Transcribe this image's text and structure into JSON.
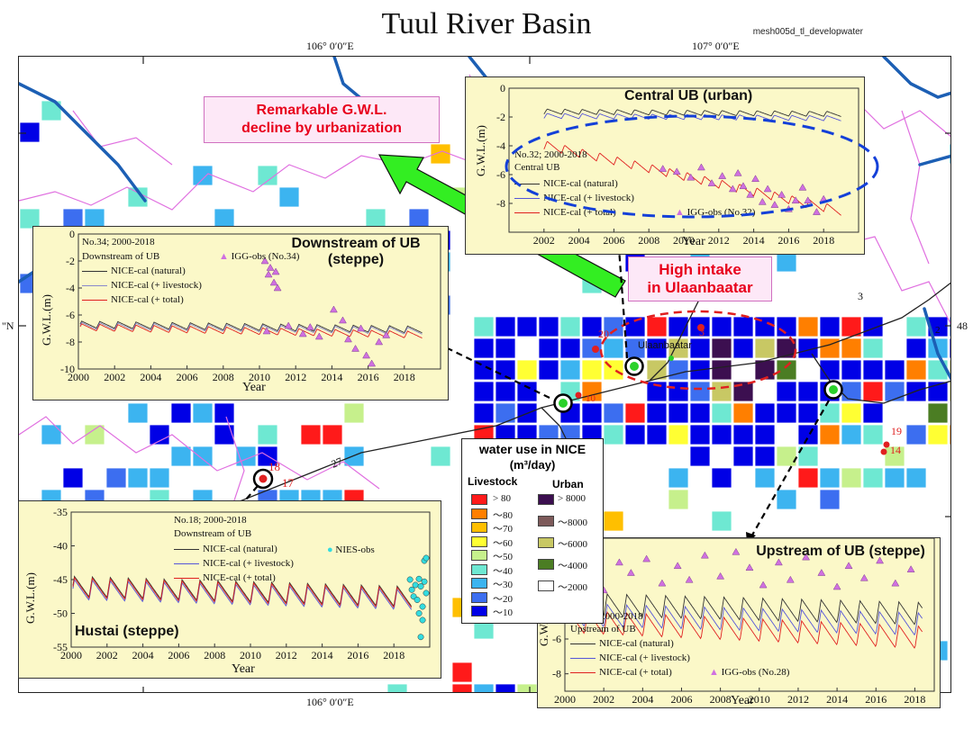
{
  "title": "Tuul River Basin",
  "credit": "mesh005d_tl_developwater",
  "coords": {
    "lon_106": "106° 0′0″E",
    "lon_107": "107° 0′0″E",
    "lon_106_bottom": "106° 0′0″E",
    "lat_48_right": "48",
    "lat_left": "\"N"
  },
  "callouts": {
    "remarkable_line1": "Remarkable G.W.L.",
    "remarkable_line2": "decline by urbanization",
    "intake_line1": "High intake",
    "intake_line2": "in Ulaanbaatar"
  },
  "map_labels": {
    "site_18": "18",
    "site_17": "17",
    "site_19": "19",
    "site_14": "14",
    "site_3": "3",
    "site_20": "20",
    "river_27": "27",
    "river_3": "3",
    "river_2": "2",
    "city": "Ulaanbaatar",
    "site_10": "10"
  },
  "legend": {
    "title": "water use in NICE",
    "unit": "(m³/day)",
    "livestock_header": "Livestock",
    "urban_header": "Urban",
    "livestock": [
      {
        "label": "> 80",
        "color": "#ff1a1a"
      },
      {
        "label": "～80",
        "color": "#ff7f00"
      },
      {
        "label": "～70",
        "color": "#ffbf00"
      },
      {
        "label": "～60",
        "color": "#ffff33"
      },
      {
        "label": "～50",
        "color": "#c6f08c"
      },
      {
        "label": "～40",
        "color": "#6ee8d2"
      },
      {
        "label": "～30",
        "color": "#3cb4f0"
      },
      {
        "label": "～20",
        "color": "#3c6ef0"
      },
      {
        "label": "～10",
        "color": "#0000e6"
      }
    ],
    "urban": [
      {
        "label": "> 8000",
        "color": "#3c0f50"
      },
      {
        "label": "～8000",
        "color": "#7d5a5a"
      },
      {
        "label": "～6000",
        "color": "#c8c864"
      },
      {
        "label": "～4000",
        "color": "#4b7d23"
      },
      {
        "label": "～2000",
        "color": "#ffffff"
      }
    ]
  },
  "chart_data": [
    {
      "type": "line",
      "panel_title": "Central UB (urban)",
      "header": "No.32; 2000-2018",
      "subheader": "Central UB",
      "xlabel": "Year",
      "ylabel": "G.W.L.(m)",
      "xlim": [
        2000,
        2020
      ],
      "ylim": [
        -10,
        0
      ],
      "xticks": [
        "2002",
        "2004",
        "2006",
        "2008",
        "2010",
        "2012",
        "2014",
        "2016",
        "2018"
      ],
      "yticks": [
        "0",
        "-2",
        "-4",
        "-6",
        "-8"
      ],
      "series": [
        {
          "name": "NICE-cal (natural)",
          "color": "#333333",
          "base": -1.6,
          "trend": -0.01,
          "amp": 0.35
        },
        {
          "name": "NICE-cal (+ livestock)",
          "color": "#5555d8",
          "base": -1.9,
          "trend": -0.01,
          "amp": 0.35
        },
        {
          "name": "NICE-cal (+ total)",
          "color": "#e02020",
          "base": -3.4,
          "trend": -0.27,
          "amp": 0.6
        }
      ],
      "obs": {
        "name": "IGG-obs (No.32)",
        "color": "#d070e0",
        "points": [
          [
            2008.8,
            -5.6
          ],
          [
            2009.6,
            -5.8
          ],
          [
            2010.4,
            -6.2
          ],
          [
            2011.0,
            -5.5
          ],
          [
            2011.6,
            -6.6
          ],
          [
            2012.2,
            -6.1
          ],
          [
            2012.8,
            -7.0
          ],
          [
            2013.1,
            -5.9
          ],
          [
            2013.4,
            -6.8
          ],
          [
            2013.8,
            -7.4
          ],
          [
            2014.1,
            -6.3
          ],
          [
            2014.5,
            -7.9
          ],
          [
            2014.8,
            -7.0
          ],
          [
            2015.2,
            -8.1
          ],
          [
            2015.6,
            -7.4
          ],
          [
            2016.0,
            -8.4
          ],
          [
            2016.4,
            -7.8
          ],
          [
            2016.8,
            -6.9
          ],
          [
            2017.1,
            -7.8
          ],
          [
            2017.6,
            -8.6
          ],
          [
            2018.0,
            -7.7
          ]
        ]
      }
    },
    {
      "type": "line",
      "panel_title": "Downstream of UB (steppe)",
      "header": "No.34; 2000-2018",
      "subheader": "Downstream of UB",
      "xlabel": "Year",
      "ylabel": "G.W.L.(m)",
      "xlim": [
        2000,
        2020
      ],
      "ylim": [
        -10,
        0
      ],
      "xticks": [
        "2000",
        "2002",
        "2004",
        "2006",
        "2008",
        "2010",
        "2012",
        "2014",
        "2016",
        "2018"
      ],
      "yticks": [
        "0",
        "-2",
        "-4",
        "-6",
        "-8",
        "-10"
      ],
      "series": [
        {
          "name": "NICE-cal (natural)",
          "color": "#333333",
          "base": -6.7,
          "trend": -0.02,
          "amp": 0.5
        },
        {
          "name": "NICE-cal (+ livestock)",
          "color": "#8888cc",
          "base": -6.8,
          "trend": -0.02,
          "amp": 0.5
        },
        {
          "name": "NICE-cal (+ total)",
          "color": "#e02020",
          "base": -6.9,
          "trend": -0.03,
          "amp": 0.5
        }
      ],
      "obs": {
        "name": "IGG-obs (No.34)",
        "color": "#d070e0",
        "points": [
          [
            2010.3,
            -2.0
          ],
          [
            2010.5,
            -3.0
          ],
          [
            2010.6,
            -2.5
          ],
          [
            2010.8,
            -3.6
          ],
          [
            2010.9,
            -2.8
          ],
          [
            2011.0,
            -4.0
          ],
          [
            2010.4,
            -7.2
          ],
          [
            2011.6,
            -6.8
          ],
          [
            2012.4,
            -7.4
          ],
          [
            2012.8,
            -6.9
          ],
          [
            2013.3,
            -7.6
          ],
          [
            2014.1,
            -5.6
          ],
          [
            2014.6,
            -6.4
          ],
          [
            2014.9,
            -7.8
          ],
          [
            2015.3,
            -8.5
          ],
          [
            2015.6,
            -7.0
          ],
          [
            2015.9,
            -9.0
          ],
          [
            2016.2,
            -9.6
          ],
          [
            2016.6,
            -8.0
          ],
          [
            2017.0,
            -7.5
          ]
        ]
      }
    },
    {
      "type": "line",
      "panel_title": "Hustai (steppe)",
      "header": "No.18; 2000-2018",
      "subheader": "Downstream of UB",
      "xlabel": "Year",
      "ylabel": "G.W.L.(m)",
      "xlim": [
        2000,
        2020
      ],
      "ylim": [
        -55,
        -35
      ],
      "xticks": [
        "2000",
        "2002",
        "2004",
        "2006",
        "2008",
        "2010",
        "2012",
        "2014",
        "2016",
        "2018"
      ],
      "yticks": [
        "-35",
        "-40",
        "-45",
        "-50",
        "-55"
      ],
      "series": [
        {
          "name": "NICE-cal (natural)",
          "color": "#333333",
          "base": -46.0,
          "trend": -0.08,
          "amp": 3.0
        },
        {
          "name": "NICE-cal (+ livestock)",
          "color": "#5555d8",
          "base": -46.5,
          "trend": -0.08,
          "amp": 3.0
        },
        {
          "name": "NICE-cal (+ total)",
          "color": "#e02020",
          "base": -46.2,
          "trend": -0.08,
          "amp": 3.0
        }
      ],
      "obs": {
        "name": "NIES-obs",
        "color": "#33dde0",
        "points": [
          [
            2018.9,
            -45.0
          ],
          [
            2019.0,
            -46.5
          ],
          [
            2019.1,
            -47.5
          ],
          [
            2019.2,
            -45.8
          ],
          [
            2019.3,
            -48.0
          ],
          [
            2019.4,
            -44.9
          ],
          [
            2019.5,
            -46.0
          ],
          [
            2019.6,
            -49.0
          ],
          [
            2019.7,
            -42.2
          ],
          [
            2019.8,
            -41.8
          ],
          [
            2019.7,
            -45.3
          ],
          [
            2019.6,
            -51.0
          ],
          [
            2019.5,
            -53.5
          ],
          [
            2019.8,
            -47.0
          ],
          [
            2019.4,
            -50.0
          ]
        ]
      }
    },
    {
      "type": "line",
      "panel_title": "Upstream of UB (steppe)",
      "header": "No.28; 2000-2018",
      "subheader": "Upstream of UB",
      "xlabel": "Year",
      "ylabel": "G.W.L.(m)",
      "xlim": [
        2000,
        2019
      ],
      "ylim": [
        -9,
        0
      ],
      "xticks": [
        "2000",
        "2002",
        "2004",
        "2006",
        "2008",
        "2010",
        "2012",
        "2014",
        "2016",
        "2018"
      ],
      "yticks": [
        "-6",
        "-8"
      ],
      "series": [
        {
          "name": "NICE-cal (natural)",
          "color": "#333333",
          "base": -4.0,
          "trend": -0.03,
          "amp": 1.3
        },
        {
          "name": "NICE-cal (+ livestock)",
          "color": "#5555d8",
          "base": -4.6,
          "trend": -0.03,
          "amp": 1.3
        },
        {
          "name": "NICE-cal (+ total)",
          "color": "#e02020",
          "base": -5.0,
          "trend": -0.05,
          "amp": 1.3
        }
      ],
      "obs": {
        "name": "IGG-obs (No.28)",
        "color": "#d070e0",
        "points": [
          [
            2000.6,
            -3.0
          ],
          [
            2001.2,
            -2.4
          ],
          [
            2002.0,
            -3.2
          ],
          [
            2002.8,
            -1.6
          ],
          [
            2003.4,
            -2.2
          ],
          [
            2004.2,
            -1.4
          ],
          [
            2005.0,
            -2.8
          ],
          [
            2005.8,
            -1.8
          ],
          [
            2006.4,
            -2.6
          ],
          [
            2007.2,
            -1.2
          ],
          [
            2008.0,
            -2.4
          ],
          [
            2008.8,
            -1.0
          ],
          [
            2009.5,
            -1.9
          ],
          [
            2010.2,
            -2.9
          ],
          [
            2011.0,
            -1.6
          ],
          [
            2011.6,
            -2.6
          ],
          [
            2012.4,
            -1.3
          ],
          [
            2013.2,
            -2.2
          ],
          [
            2014.0,
            -3.0
          ],
          [
            2014.6,
            -1.8
          ],
          [
            2015.4,
            -2.5
          ],
          [
            2016.2,
            -1.5
          ],
          [
            2017.0,
            -2.8
          ],
          [
            2017.8,
            -2.0
          ]
        ]
      }
    }
  ]
}
